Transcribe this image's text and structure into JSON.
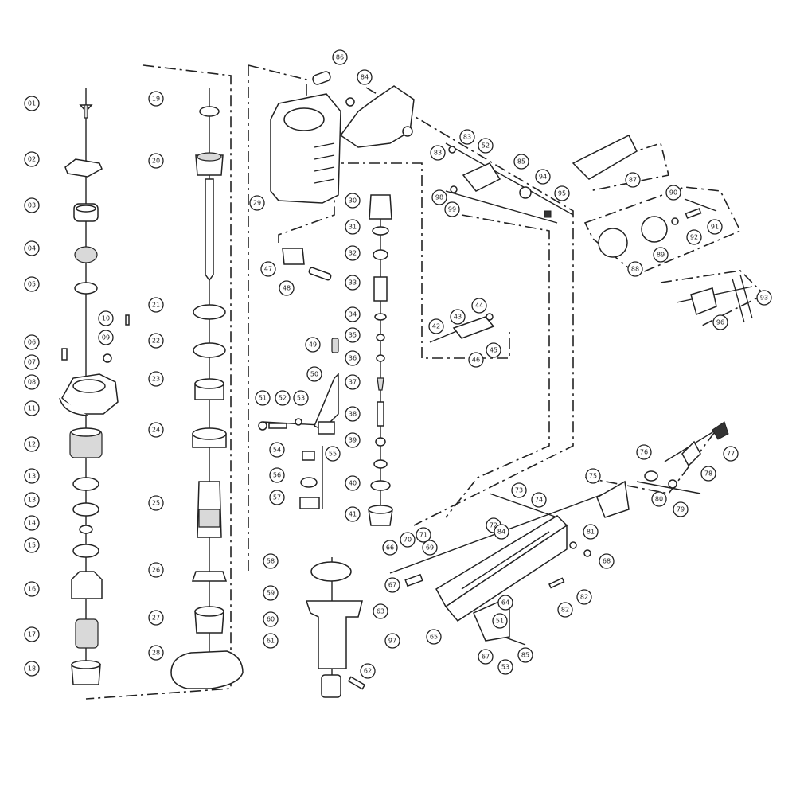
{
  "colors": {
    "ink": "#222222",
    "paper": "#ffffff",
    "shade": "#d9d9d9"
  },
  "labels": {
    "01": "01",
    "02": "02",
    "03": "03",
    "04": "04",
    "05": "05",
    "06": "06",
    "07": "07",
    "08": "08",
    "09": "09",
    "10": "10",
    "11": "11",
    "12": "12",
    "13a": "13",
    "13b": "13",
    "14": "14",
    "15": "15",
    "16": "16",
    "17": "17",
    "18": "18",
    "19": "19",
    "20": "20",
    "21": "21",
    "22": "22",
    "23": "23",
    "24": "24",
    "25": "25",
    "26": "26",
    "27": "27",
    "28": "28",
    "29": "29",
    "30": "30",
    "31": "31",
    "32": "32",
    "33": "33",
    "34": "34",
    "35": "35",
    "36": "36",
    "37": "37",
    "38": "38",
    "39": "39",
    "40": "40",
    "41": "41",
    "42": "42",
    "43": "43",
    "44": "44",
    "45": "45",
    "46": "46",
    "47": "47",
    "48": "48",
    "49": "49",
    "50": "50",
    "51": "51",
    "52": "52",
    "53": "53",
    "54": "54",
    "55": "55",
    "56": "56",
    "57": "57",
    "58": "58",
    "59": "59",
    "60": "60",
    "61": "61",
    "62": "62",
    "63": "63",
    "64": "64",
    "65": "65",
    "66": "66",
    "67a": "67",
    "67b": "67",
    "68": "68",
    "69": "69",
    "70": "70",
    "71": "71",
    "72": "72",
    "73": "73",
    "74": "74",
    "75": "75",
    "76": "76",
    "77": "77",
    "78": "78",
    "79": "79",
    "80": "80",
    "81": "81",
    "82a": "82",
    "82b": "82",
    "83": "83",
    "84": "84",
    "85": "85",
    "86": "86",
    "87": "87",
    "88": "88",
    "89": "89",
    "90": "90",
    "91": "91",
    "92": "92",
    "93": "93",
    "94": "94",
    "95": "95",
    "96": "96",
    "97": "97",
    "98": "98",
    "99": "99",
    "51b": "51",
    "52b": "52",
    "53b": "53",
    "83b": "83",
    "85b": "85",
    "84b": "84"
  }
}
